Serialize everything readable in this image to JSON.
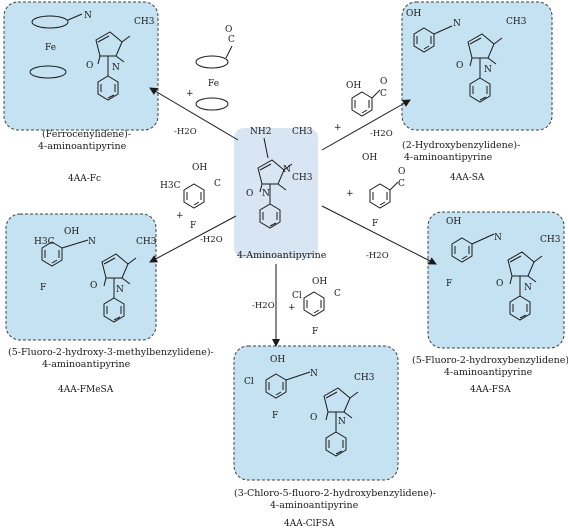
{
  "center": {
    "name": "4-Aminoantipyrine"
  },
  "products": [
    {
      "id": "fc",
      "name_line1": "(Ferrocenylidene)-",
      "name_line2": "4-aminoantipyrine",
      "code": "4AA-Fc"
    },
    {
      "id": "sa",
      "name_line1": "(2-Hydroxybenzylidene)-",
      "name_line2": "4-aminoantipyrine",
      "code": "4AA-SA"
    },
    {
      "id": "fmesa",
      "name_line1": "(5-Fluoro-2-hydroxy-3-methylbenzylidene)-",
      "name_line2": "4-aminoantipyrine",
      "code": "4AA-FMeSA"
    },
    {
      "id": "fsa",
      "name_line1": "(5-Fluoro-2-hydroxybenzylidene)-",
      "name_line2": "4-aminoantipyrine",
      "code": "4AA-FSA"
    },
    {
      "id": "clfsa",
      "name_line1": "(3-Chloro-5-fluoro-2-hydroxybenzylidene)-",
      "name_line2": "4-aminoantipyrine",
      "code": "4AA-ClFSA"
    }
  ],
  "conditions": {
    "water_loss": "-H2O",
    "plus": "+"
  },
  "atoms": {
    "N": "N",
    "NH2": "NH2",
    "O": "O",
    "OH": "OH",
    "F": "F",
    "Cl": "Cl",
    "Fe": "Fe",
    "CH3": "CH3",
    "H3C": "H3C",
    "CHO": "C",
    "imine": "N",
    "aldO": "O"
  },
  "colors": {
    "box_fill": "#c5e2f2",
    "center_fill": "#d8e6f4"
  }
}
